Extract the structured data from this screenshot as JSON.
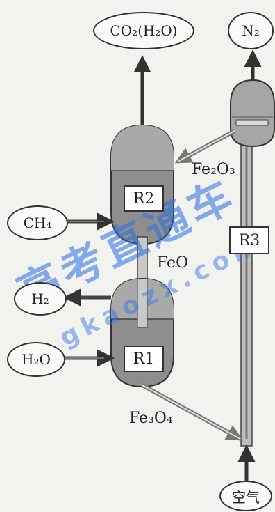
{
  "nodes": {
    "co2_product": "CO₂(H₂O)",
    "n2_product": "N₂",
    "ch4_input": "CH₄",
    "h2_output": "H₂",
    "h2o_input": "H₂O",
    "air_input": "空气"
  },
  "reactors": {
    "r1": "R1",
    "r2": "R2",
    "r3": "R3"
  },
  "flows": {
    "fe2o3": "Fe₂O₃",
    "feo": "FeO",
    "fe3o4": "Fe₃O₄"
  },
  "watermark": {
    "text_main": "高考直通车",
    "text_sub": "w.gkaozx.com"
  },
  "colors": {
    "reactor_fill": "#8c8c8c",
    "reactor_top": "#a9a9a9",
    "outline": "#333333",
    "watermark": "#2e6ee6"
  }
}
